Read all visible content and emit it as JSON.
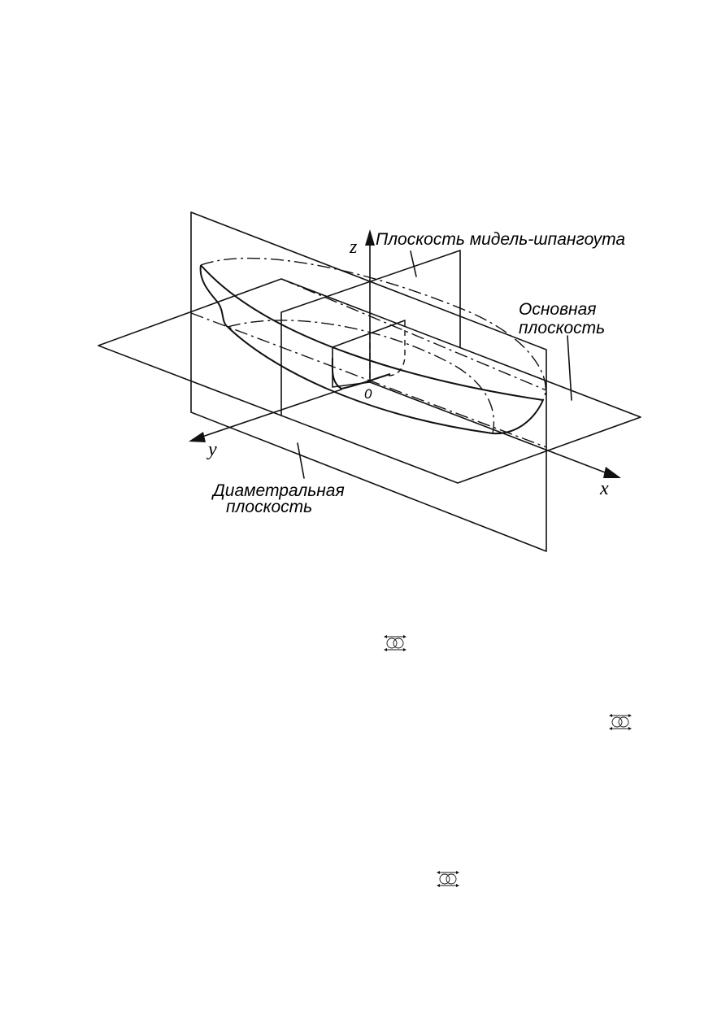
{
  "figure": {
    "labels": {
      "midship_plane": "Плоскость мидель-шпангоута",
      "base_plane_line1": "Основная",
      "base_plane_line2": "плоскость",
      "centre_plane_line1": "Диаметральная",
      "centre_plane_line2": "плоскость"
    },
    "axes": {
      "x": "x",
      "y": "y",
      "z": "z",
      "origin": "0"
    }
  },
  "page_marks": {
    "icon": "circle-arrow-mark-icon",
    "count": 3
  }
}
